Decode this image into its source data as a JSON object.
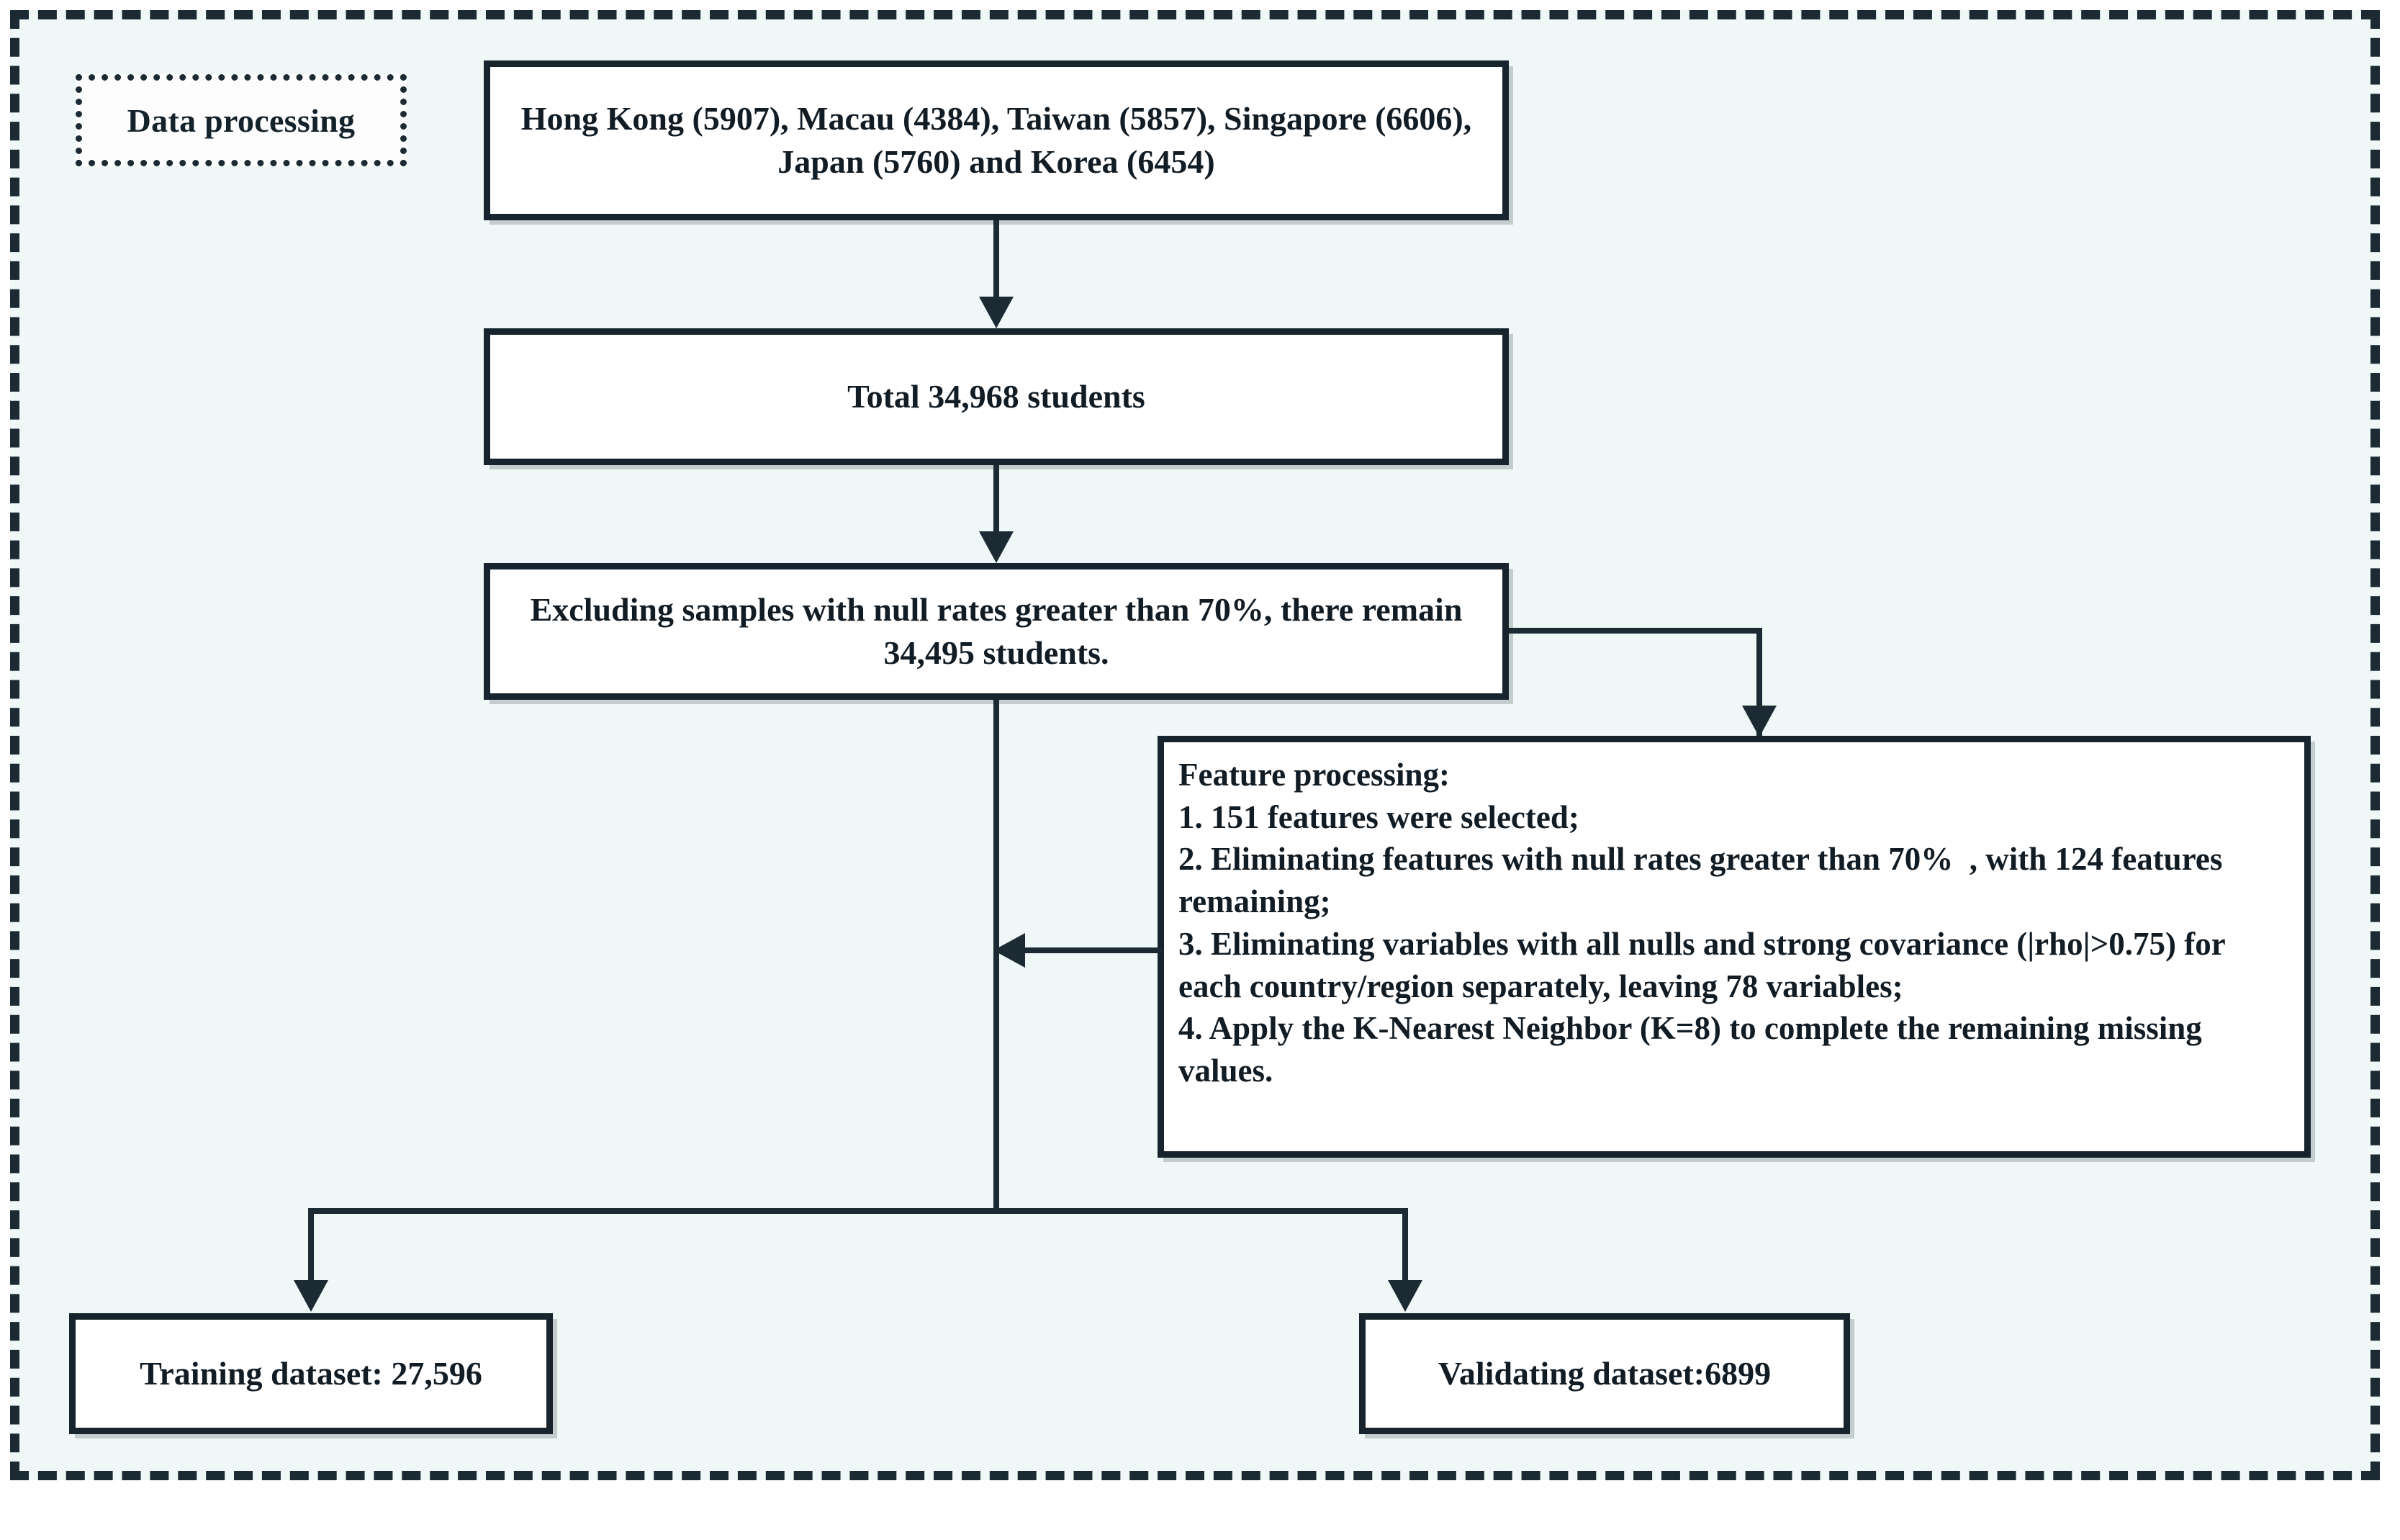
{
  "diagram": {
    "type": "flowchart",
    "title": "Data processing",
    "legend_label": "Data processing",
    "background_color": "#eff8f7",
    "border_color": "#1b2a33",
    "node_fill": "#ffffff",
    "nodes": {
      "source": "Hong Kong (5907), Macau (4384), Taiwan (5857), Singapore (6606), Japan (5760) and Korea (6454)",
      "total": "Total 34,968 students",
      "exclude": "Excluding samples with null rates greater than 70%, there remain 34,495 students.",
      "feature": "Feature processing:\n1. 151 features were selected;\n2. Eliminating features with null rates greater than 70%  , with 124 features remaining;\n3. Eliminating variables with all nulls and strong covariance (|rho|>0.75) for each country/region separately, leaving 78 variables;\n4. Apply the K-Nearest Neighbor (K=8) to complete the remaining missing values.",
      "training": "Training dataset: 27,596",
      "validating": "Validating dataset:6899"
    },
    "counts": {
      "hong_kong": 5907,
      "macau": 4384,
      "taiwan": 5857,
      "singapore": 6606,
      "japan": 5760,
      "korea": 6454,
      "total_students": "34,968",
      "remaining_students": "34,495",
      "null_rate_threshold": "70%",
      "features_selected": 151,
      "features_remaining": 124,
      "variables_remaining": 78,
      "rho_threshold": "0.75",
      "knn_k": 8,
      "training_size": "27,596",
      "validating_size": "6899"
    }
  }
}
